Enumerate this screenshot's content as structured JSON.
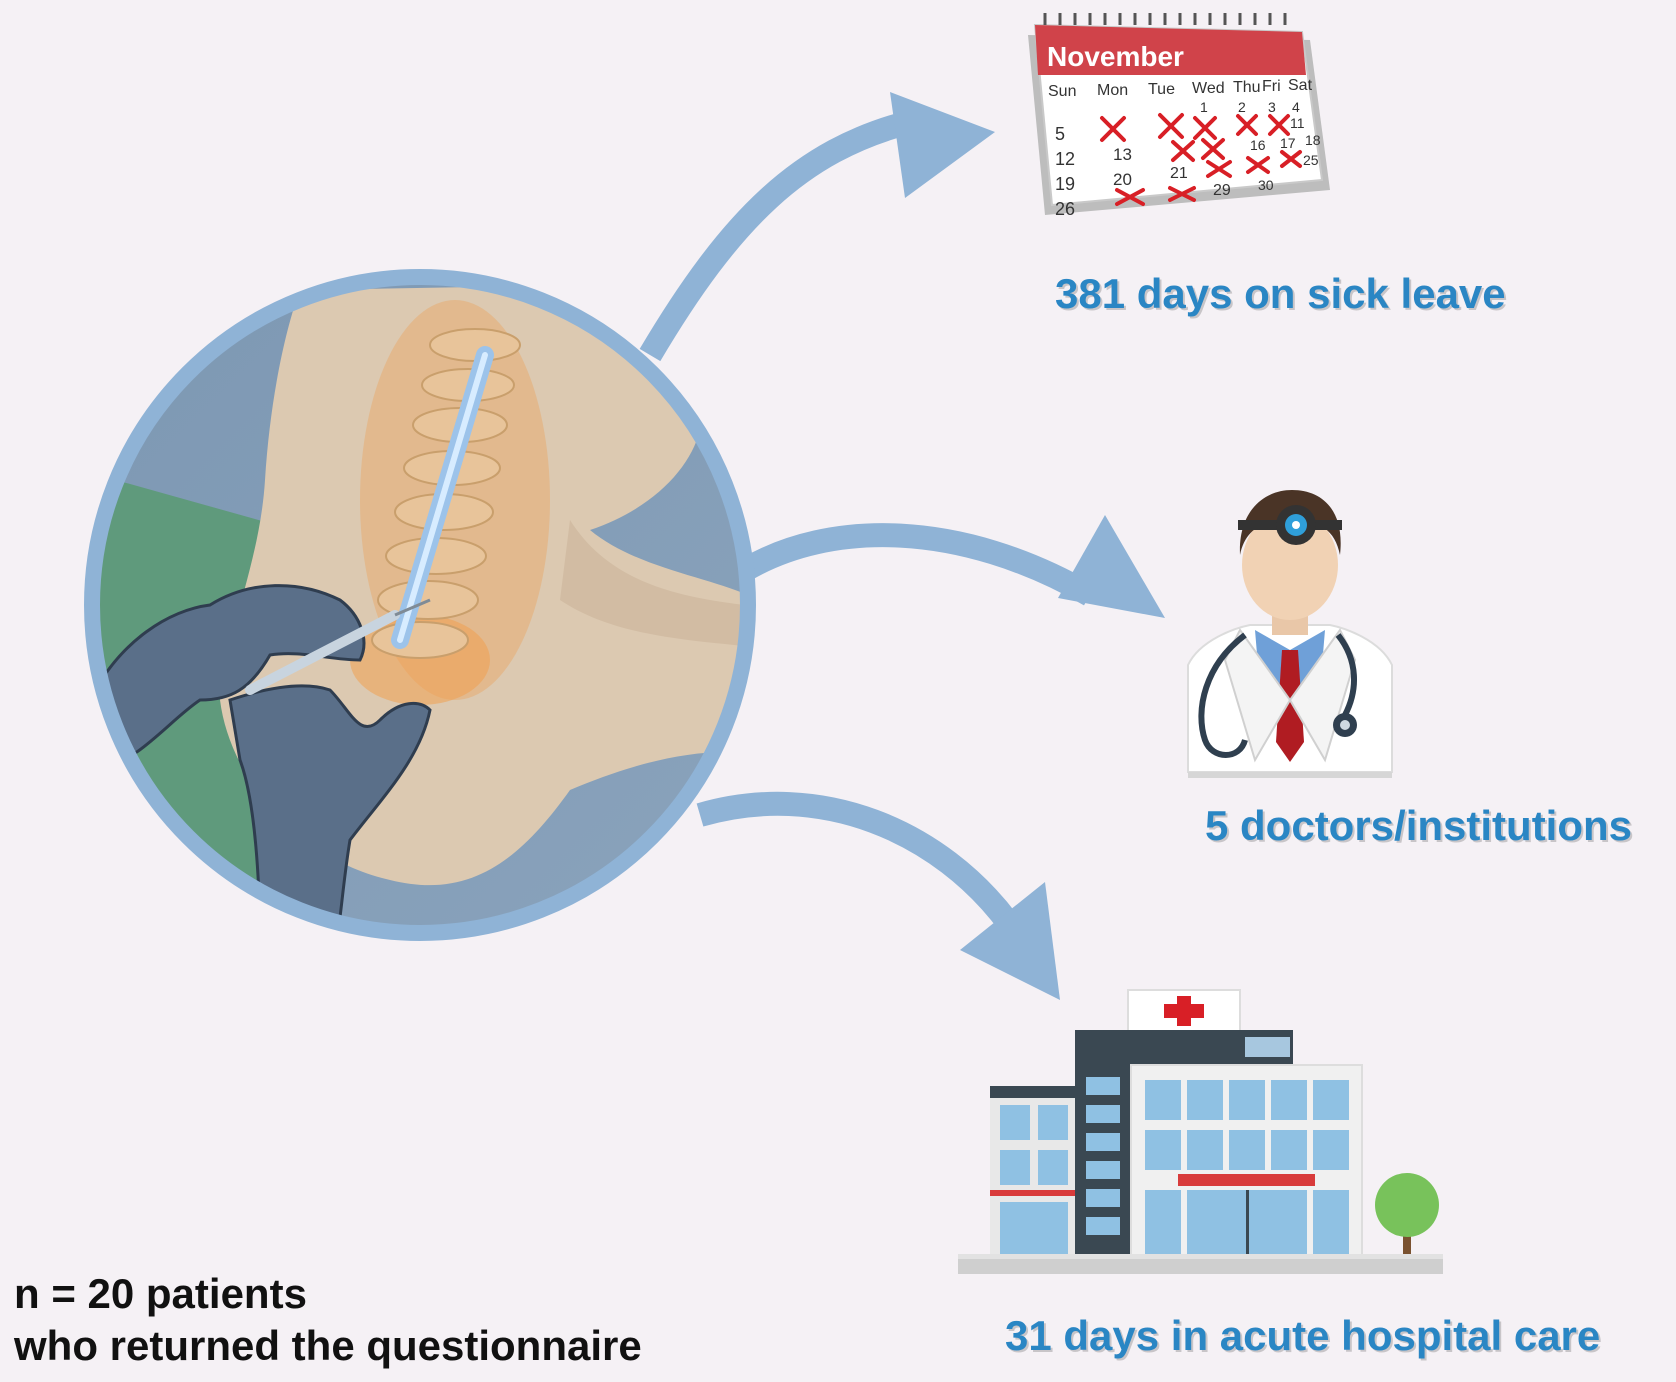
{
  "outcomes": {
    "sick_leave": {
      "label": "381 days on sick leave",
      "icon": "calendar-icon"
    },
    "doctors": {
      "label": "5 doctors/institutions",
      "icon": "doctor-icon"
    },
    "hospital": {
      "label": "31 days in acute hospital care",
      "icon": "hospital-icon"
    }
  },
  "sample": {
    "line1": "n = 20 patients",
    "line2": "who returned the questionnaire"
  },
  "calendar": {
    "month": "November",
    "weekdays": [
      "Sun",
      "Mon",
      "Tue",
      "Wed",
      "Thu",
      "Fri",
      "Sat"
    ],
    "crossed_days": [
      6,
      7,
      8,
      9,
      10,
      14,
      15,
      22,
      23,
      24,
      27,
      28
    ]
  },
  "center_illustration": {
    "icon": "lumbar-injection-illustration"
  },
  "colors": {
    "background": "#f5f1f5",
    "arrow": "#8fb3d6",
    "circle_border": "#8fb3d6",
    "outcome_text": "#2a86c4",
    "calendar_red": "#d0434a",
    "cross_red": "#d81f26"
  }
}
